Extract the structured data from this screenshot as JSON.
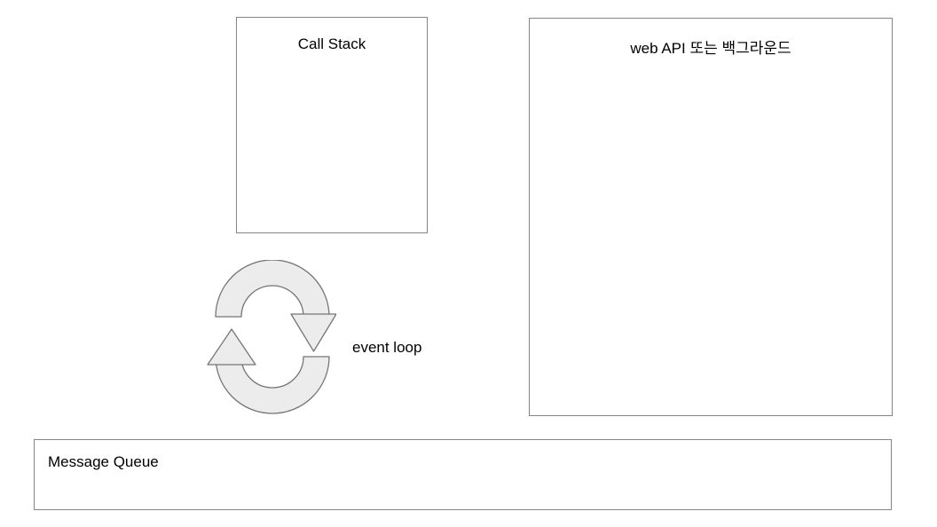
{
  "diagram": {
    "title_context": "JavaScript event loop diagram",
    "call_stack": {
      "label": "Call Stack"
    },
    "web_api": {
      "label": "web API 또는 백그라운드"
    },
    "event_loop": {
      "label": "event loop",
      "icon": "recycle-loop-arrows-icon"
    },
    "message_queue": {
      "label": "Message Queue"
    }
  },
  "colors": {
    "background": "#ffffff",
    "box_border": "#848484",
    "icon_fill": "#ececec",
    "icon_stroke": "#757575",
    "text": "#000000"
  }
}
